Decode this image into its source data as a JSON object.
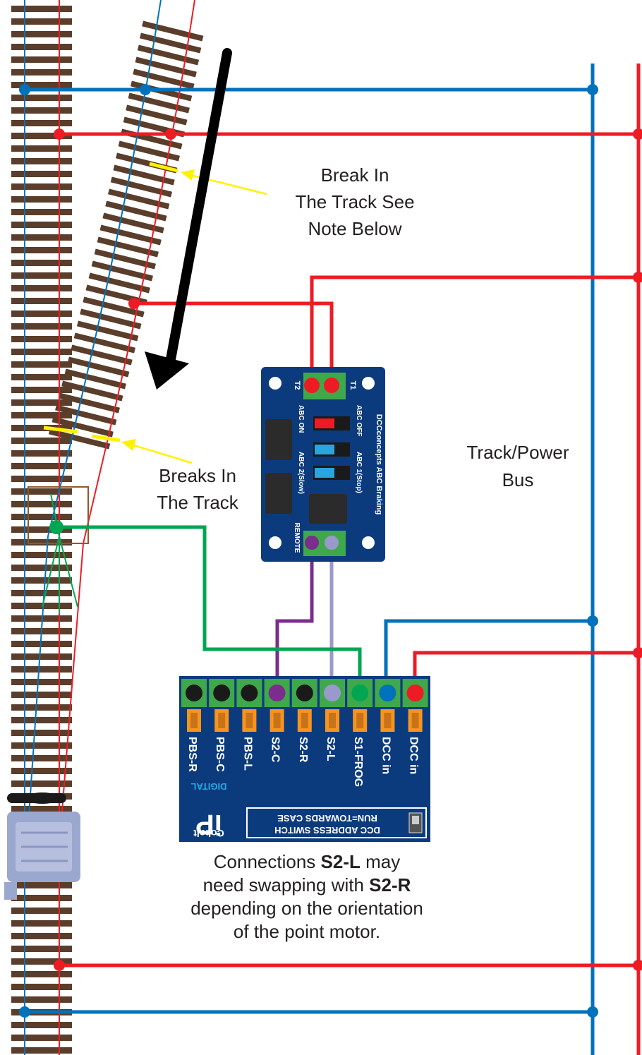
{
  "labels": {
    "break_line1": "Break In",
    "break_line2": "The Track See",
    "break_line3": "Note Below",
    "breaks_line1": "Breaks In",
    "breaks_line2": "The Track",
    "bus_line1": "Track/Power",
    "bus_line2": "Bus"
  },
  "abc_module": {
    "title": "DCCconcepts ABC Braking",
    "jumper_labels": [
      "ABC  OFF",
      "ABC  1(Stop)",
      "ABC  ON",
      "ABC  2(Slow)"
    ],
    "terminal_t1": "T1",
    "terminal_t2": "T2",
    "remote": "REMOTE"
  },
  "cobalt_module": {
    "terminals": [
      "PBS-R",
      "PBS-C",
      "PBS-L",
      "S2-C",
      "S2-R",
      "S2-L",
      "S1-FROG",
      "DCC in",
      "DCC in"
    ],
    "terminal_colors": [
      "#1a1a1a",
      "#1a1a1a",
      "#1a1a1a",
      "#7b2d8e",
      "#1a1a1a",
      "#9999cc",
      "#00a651",
      "#0072bc",
      "#ed1c24"
    ],
    "switch_line1": "DCC ADDRESS SWITCH",
    "switch_line2": "RUN=TOWARDS CASE",
    "brand": "Cobalt",
    "brand_ip": "iP",
    "brand_sub": "DIGITAL"
  },
  "caption": {
    "p1": "Connections ",
    "b1": "S2-L",
    "p2": " may",
    "p3": "need swapping with ",
    "b2": "S2-R",
    "p4": "depending on the orientation",
    "p5": "of the point motor."
  },
  "colors": {
    "blue_wire": "#0072bc",
    "red_wire": "#ed1c24",
    "green_wire": "#00a651",
    "purple_wire": "#7b2d8e",
    "lilac_wire": "#9999cc",
    "pcb_blue": "#0c3b7d",
    "sleeper": "#5a3e2b",
    "note_arrow": "#fff200"
  }
}
